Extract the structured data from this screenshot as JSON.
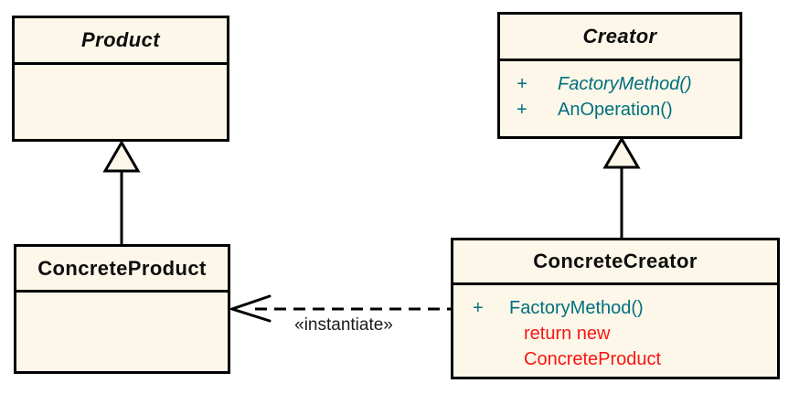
{
  "colors": {
    "background": "#FFFFFF",
    "box_fill": "#FCF7E8",
    "box_border": "#000000",
    "title_text": "#0D0D0D",
    "method_text": "#006F7F",
    "note_text": "#FA1414",
    "connector": "#000000",
    "label_text": "#1A1A1A"
  },
  "classes": {
    "product": {
      "name": "Product"
    },
    "creator": {
      "name": "Creator",
      "methods": [
        {
          "visibility": "+",
          "name": "FactoryMethod()"
        },
        {
          "visibility": "+",
          "name": "AnOperation()"
        }
      ]
    },
    "concrete_product": {
      "name": "ConcreteProduct"
    },
    "concrete_creator": {
      "name": "ConcreteCreator",
      "methods": [
        {
          "visibility": "+",
          "name": "FactoryMethod()"
        }
      ],
      "code_note": [
        "return new",
        "ConcreteProduct"
      ]
    }
  },
  "relations": {
    "generalization_product": {
      "from": "ConcreteProduct",
      "to": "Product",
      "type": "generalization"
    },
    "generalization_creator": {
      "from": "ConcreteCreator",
      "to": "Creator",
      "type": "generalization"
    },
    "instantiate": {
      "from": "ConcreteCreator",
      "to": "ConcreteProduct",
      "type": "dashed-dependency",
      "label": "«instantiate»"
    }
  }
}
